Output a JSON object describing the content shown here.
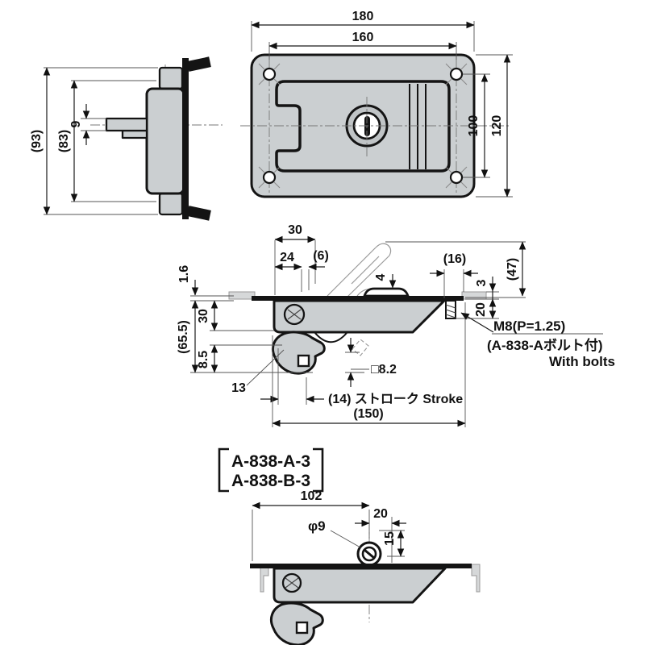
{
  "colors": {
    "line": "#141414",
    "metal_fill": "#cbcfd1",
    "background": "#ffffff"
  },
  "views": {
    "side": {
      "h93": "(93)",
      "h83": "(83)",
      "d9": "9"
    },
    "front": {
      "w180": "180",
      "w160": "160",
      "h100": "100",
      "h120": "120"
    },
    "section": {
      "dtop30": "30",
      "d24": "24",
      "d6": "(6)",
      "d16": "(16)",
      "d47": "(47)",
      "d1p6": "1.6",
      "d4": "4",
      "d3": "3",
      "d20": "20",
      "dleft30": "30",
      "d65p5": "(65.5)",
      "d8p5": "8.5",
      "d13": "13",
      "d8p2": "□8.2",
      "stroke_label": "(14) ストローク Stroke",
      "d150": "(150)",
      "thread": "M8(P=1.25)",
      "bolt_jp": "(A-838-Aボルト付)",
      "bolt_en": "With bolts"
    },
    "codes": {
      "line1": "A-838-A-3",
      "line2": "A-838-B-3"
    },
    "bottom": {
      "d102": "102",
      "d20": "20",
      "dia": "φ9",
      "d15": "15"
    }
  }
}
